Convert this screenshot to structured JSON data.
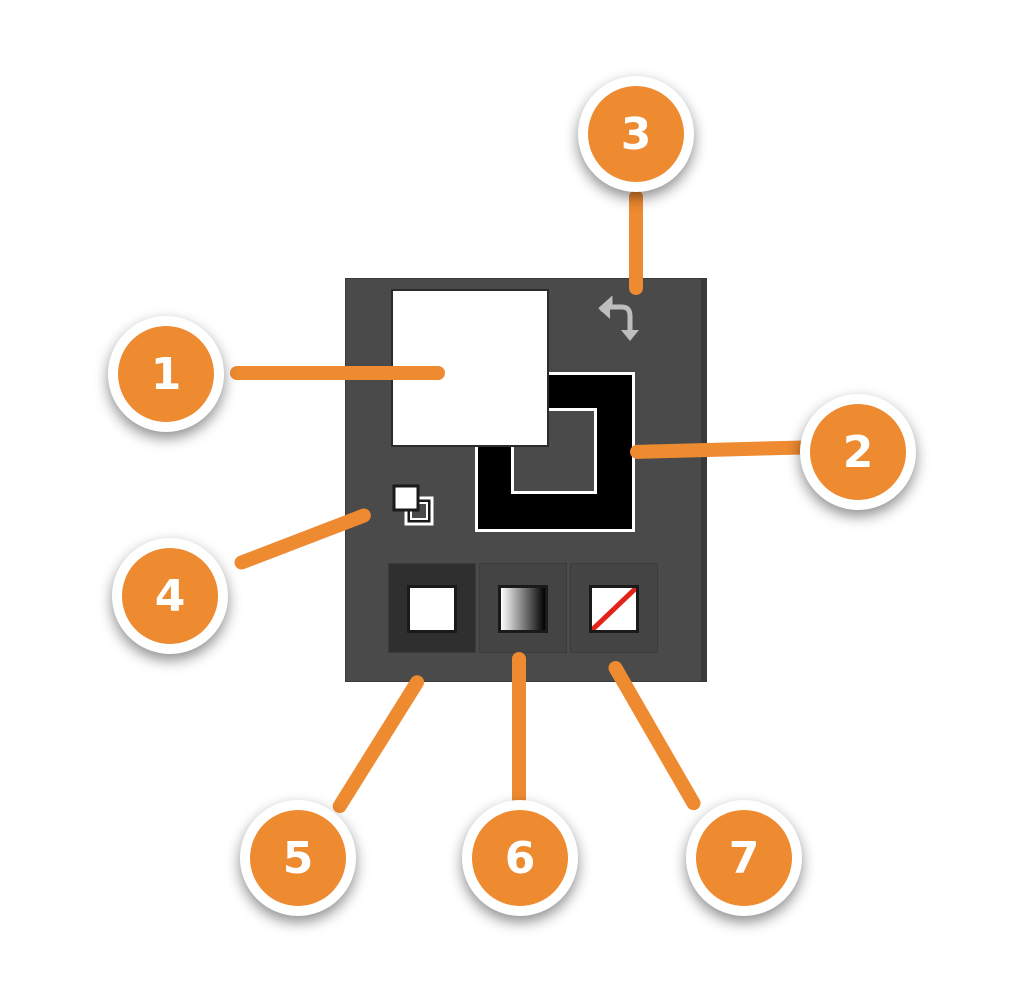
{
  "colors": {
    "callout": "#ee8a30",
    "callout_border": "#ffffff",
    "panel": "#4a4a4a",
    "fill_swatch": "#ffffff",
    "stroke_swatch": "#000000",
    "none_slash": "#e2231a"
  },
  "icons": {
    "swap": "swap-fill-stroke-icon",
    "default": "default-fill-stroke-icon",
    "color_mode": "color-mode-icon",
    "gradient_mode": "gradient-mode-icon",
    "none_mode": "none-mode-icon"
  },
  "callouts": [
    {
      "number": "1"
    },
    {
      "number": "2"
    },
    {
      "number": "3"
    },
    {
      "number": "4"
    },
    {
      "number": "5"
    },
    {
      "number": "6"
    },
    {
      "number": "7"
    }
  ]
}
